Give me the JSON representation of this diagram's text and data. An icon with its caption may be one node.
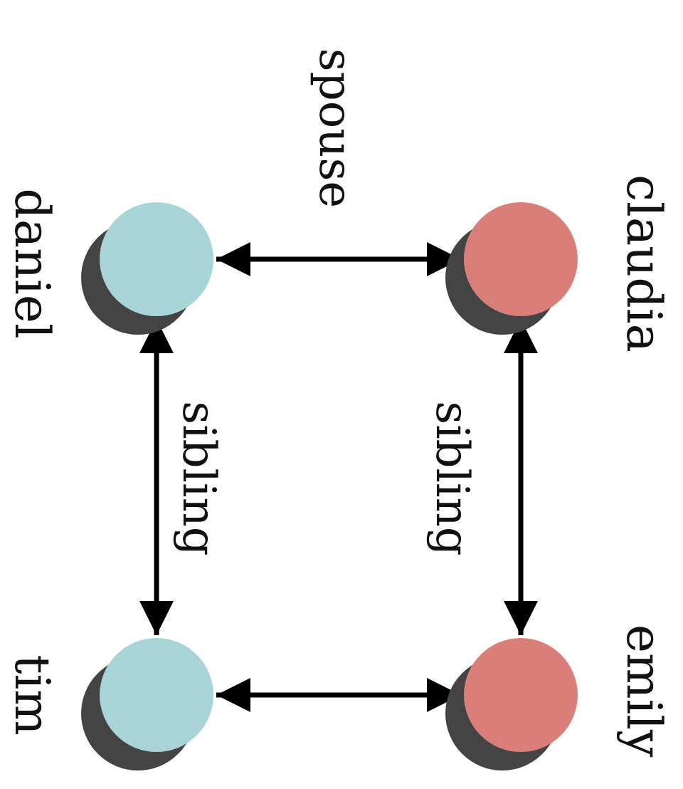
{
  "diagram": {
    "nodes": [
      {
        "text": [],
        "shape": "circle",
        "beside": [
          "daniel"
        ]
      },
      {
        "text": [],
        "shape": "circle",
        "beside": [
          "claudia"
        ]
      },
      {
        "text": [],
        "shape": "circle",
        "beside": [
          "tim"
        ]
      },
      {
        "text": [],
        "shape": "circle",
        "beside": [
          "emily"
        ]
      }
    ],
    "edges": [
      {
        "from": 0,
        "to": 1,
        "arrow": "both",
        "label": "spouse"
      },
      {
        "from": 0,
        "to": 2,
        "arrow": "both",
        "label": "sibling"
      },
      {
        "from": 1,
        "to": 3,
        "arrow": "both",
        "label": "sibling"
      },
      {
        "from": 2,
        "to": 3,
        "arrow": "both"
      }
    ]
  }
}
